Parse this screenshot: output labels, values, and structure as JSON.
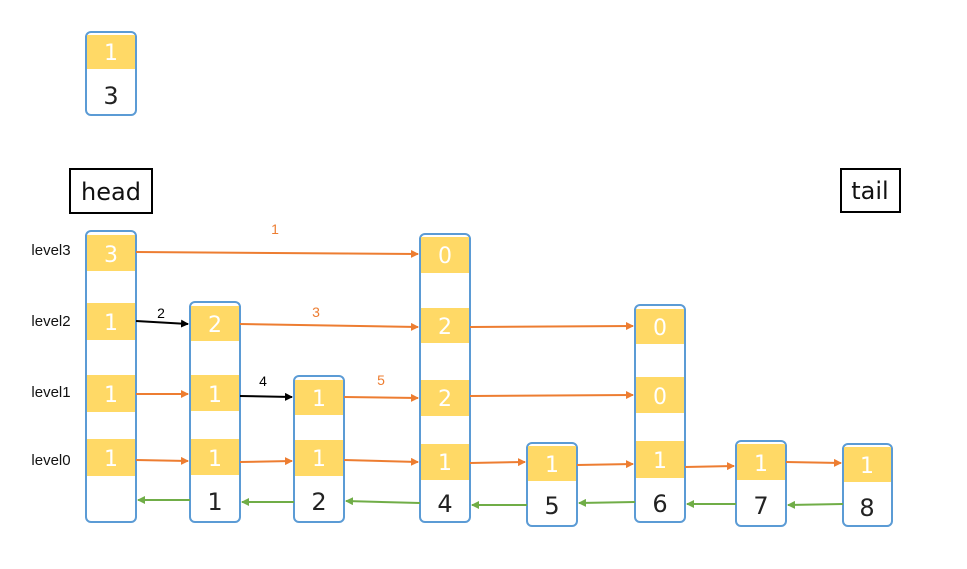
{
  "colors": {
    "node_border": "#5b9bd5",
    "cell_fill": "#ffd966",
    "forward_arrow": "#ed7d31",
    "backward_arrow": "#70ad47",
    "highlight_arrow": "#000000"
  },
  "legend": {
    "span": "1",
    "element": "3"
  },
  "labels": {
    "head": "head",
    "tail": "tail"
  },
  "levels": [
    "level3",
    "level2",
    "level1",
    "level0"
  ],
  "head_spans": [
    "3",
    "1",
    "1",
    "1"
  ],
  "nodes": [
    {
      "value": "1",
      "spans": [
        "2",
        "1",
        "1"
      ]
    },
    {
      "value": "2",
      "spans": [
        "1",
        "1"
      ]
    },
    {
      "value": "4",
      "spans": [
        "0",
        "2",
        "2",
        "1"
      ]
    },
    {
      "value": "5",
      "spans": [
        "1"
      ]
    },
    {
      "value": "6",
      "spans": [
        "0",
        "0",
        "1"
      ]
    },
    {
      "value": "7",
      "spans": [
        "1"
      ]
    },
    {
      "value": "8",
      "spans": [
        "1"
      ]
    }
  ],
  "span_labels": [
    {
      "text": "1",
      "style": "orange"
    },
    {
      "text": "2",
      "style": "black"
    },
    {
      "text": "3",
      "style": "orange"
    },
    {
      "text": "4",
      "style": "black"
    },
    {
      "text": "5",
      "style": "orange"
    }
  ]
}
